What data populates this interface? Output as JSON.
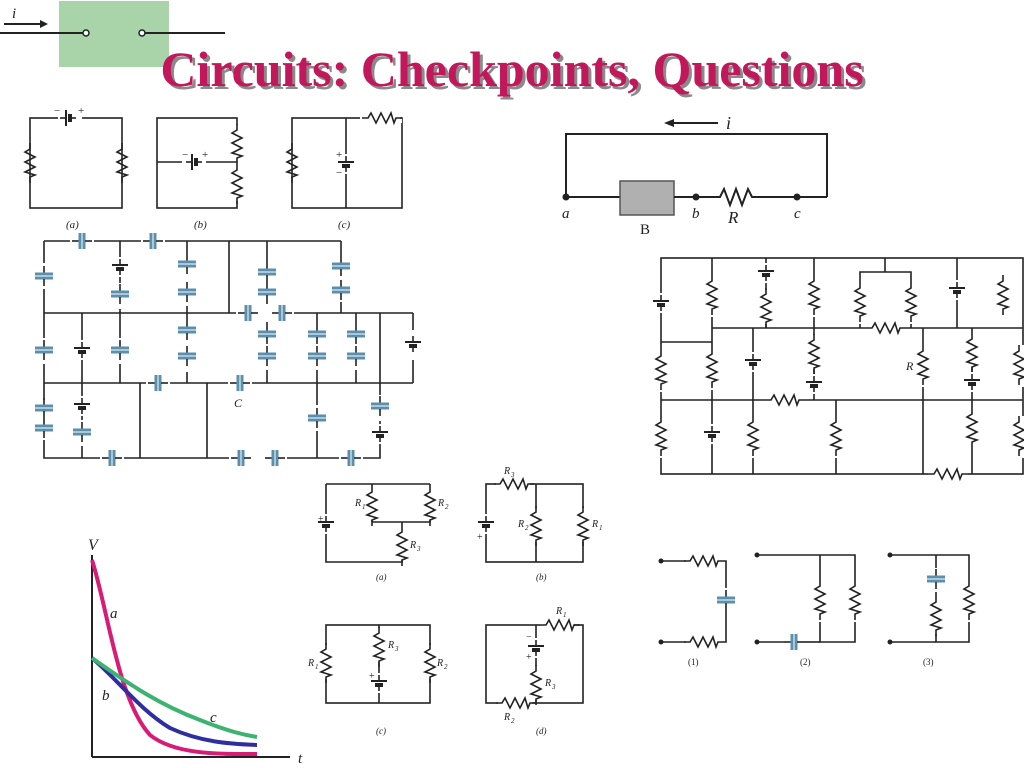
{
  "title": "Circuits: Checkpoints, Questions",
  "colors": {
    "title": "#c2185b",
    "title_shadow": "#8a8a8a",
    "header_box": "#a9d3a8",
    "capacitor_plate": "#5b8fae",
    "device_box": "#b0b0b0",
    "curve_a": "#d81b74",
    "curve_b": "#2e2ea0",
    "curve_c": "#3cb371"
  },
  "header_icon": {
    "current_label": "i"
  },
  "circuit_abc": {
    "labels": [
      "(a)",
      "(b)",
      "(c)"
    ]
  },
  "circuit_ab": {
    "current": "i",
    "node_a": "a",
    "node_b": "b",
    "node_c": "c",
    "device": "B",
    "resistor": "R"
  },
  "cap_network": {
    "capacitor_label": "C"
  },
  "res_network": {
    "resistor_label": "R"
  },
  "fig_r_set": {
    "a": {
      "caption": "(a)",
      "R1": "R",
      "R1_sub": "1",
      "R2": "R",
      "R2_sub": "2",
      "R3": "R",
      "R3_sub": "3"
    },
    "b": {
      "caption": "(b)",
      "R1": "R",
      "R1_sub": "1",
      "R2": "R",
      "R2_sub": "2",
      "R3": "R",
      "R3_sub": "3"
    },
    "c": {
      "caption": "(c)",
      "R1": "R",
      "R1_sub": "1",
      "R2": "R",
      "R2_sub": "2",
      "R3": "R",
      "R3_sub": "3"
    },
    "d": {
      "caption": "(d)",
      "R1": "R",
      "R1_sub": "1",
      "R2": "R",
      "R2_sub": "2",
      "R3": "R",
      "R3_sub": "3"
    }
  },
  "graph": {
    "y_label": "V",
    "x_label": "t",
    "curve_labels": [
      "a",
      "b",
      "c"
    ]
  },
  "rc_set": {
    "labels": [
      "(1)",
      "(2)",
      "(3)"
    ]
  },
  "battery_signs": {
    "minus": "−",
    "plus": "+"
  }
}
